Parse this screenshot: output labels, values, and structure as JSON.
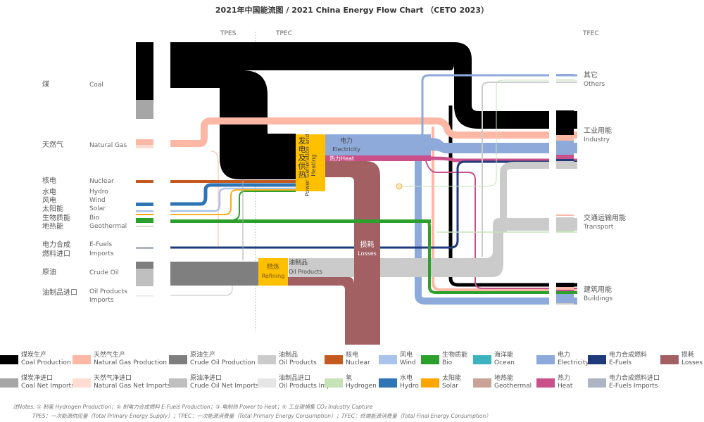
{
  "title": "2021年中国能流图 / 2021 China Energy Flow Chart （CETO 2023）",
  "axes": {
    "tpes": "TPES",
    "tpec": "TPEC",
    "tfec": "TFEC"
  },
  "sources": [
    {
      "zh": "煤",
      "en": "Coal"
    },
    {
      "zh": "天然气",
      "en": "Natural Gas"
    },
    {
      "zh": "核电",
      "en": "Nuclear"
    },
    {
      "zh": "水电",
      "en": "Hydro"
    },
    {
      "zh": "风电",
      "en": "Wind"
    },
    {
      "zh": "太阳能",
      "en": "Solar"
    },
    {
      "zh": "生物质能",
      "en": "Bio"
    },
    {
      "zh": "地热能",
      "en": "Geothermal"
    },
    {
      "zh": "电力合成",
      "en": "E-Fuels"
    },
    {
      "zh": "燃料进口",
      "en": "Imports"
    },
    {
      "zh": "原油",
      "en": "Crude Oil"
    },
    {
      "zh": "油制品进口",
      "en": "Oil Products"
    },
    {
      "zh": "",
      "en": "Imports"
    }
  ],
  "nodes": {
    "power": {
      "zh": "发电及供热",
      "en": "Power Generation and Heating"
    },
    "electricity": {
      "zh": "电力",
      "en": "Electricity"
    },
    "heat": {
      "zh": "热力",
      "en": "Heat"
    },
    "losses": {
      "zh": "损耗",
      "en": "Losses"
    },
    "refining": {
      "zh": "精炼",
      "en": "Refining"
    },
    "oil_products": {
      "zh": "油制品",
      "en": "Oil Products"
    }
  },
  "destinations": [
    {
      "zh": "其它",
      "en": "Others"
    },
    {
      "zh": "工业用能",
      "en": "Industry"
    },
    {
      "zh": "交通运输用能",
      "en": "Transport"
    },
    {
      "zh": "建筑用能",
      "en": "Buildings"
    }
  ],
  "legend": [
    {
      "zh": "煤炭生产",
      "en": "Coal Production",
      "color": "#000000"
    },
    {
      "zh": "煤炭净进口",
      "en": "Coal Net Imports",
      "color": "#a6a6a6"
    },
    {
      "zh": "天然气生产",
      "en": "Natural Gas Production",
      "color": "#fcb8a5"
    },
    {
      "zh": "天然气净进口",
      "en": "Natural Gas Net Imports",
      "color": "#fddcd2"
    },
    {
      "zh": "原油生产",
      "en": "Crude Oil Production",
      "color": "#7f7f7f"
    },
    {
      "zh": "原油净进口",
      "en": "Crude Oil Net Imports",
      "color": "#bfbfbf"
    },
    {
      "zh": "油制品",
      "en": "Oil Products",
      "color": "#cbcbcb"
    },
    {
      "zh": "油制品进口",
      "en": "Oil Products Imports",
      "color": "#e6e6e6"
    },
    {
      "zh": "核电",
      "en": "Nuclear",
      "color": "#c55a1e"
    },
    {
      "zh": "氢",
      "en": "Hydrogen",
      "color": "#c6e3b8"
    },
    {
      "zh": "风电",
      "en": "Wind",
      "color": "#a9c4eb"
    },
    {
      "zh": "水电",
      "en": "Hydro",
      "color": "#2e75b6"
    },
    {
      "zh": "生物质能",
      "en": "Bio",
      "color": "#2ca02c"
    },
    {
      "zh": "太阳能",
      "en": "Solar",
      "color": "#ffa500"
    },
    {
      "zh": "海洋能",
      "en": "Ocean",
      "color": "#3db3bf"
    },
    {
      "zh": "地热能",
      "en": "Geothermal",
      "color": "#c9a397"
    },
    {
      "zh": "电力",
      "en": "Electricity",
      "color": "#8eaadb"
    },
    {
      "zh": "热力",
      "en": "Heat",
      "color": "#c9508a"
    },
    {
      "zh": "电力合成燃料",
      "en": "E-Fuels",
      "color": "#1f3a7a"
    },
    {
      "zh": "电力合成燃料进口",
      "en": "E-Fuels Imports",
      "color": "#adb4c4"
    },
    {
      "zh": "损耗",
      "en": "Losses",
      "color": "#a36063"
    }
  ],
  "notes": {
    "line1": "注Notes: ① 制氢 Hydrogen Production；② 制电力合成燃料 E-Fuels Production；③ 电制热 Power to Heat；④ 工业碳捕集 CO₂ Industry Capture",
    "line2": "TPES：一次能源供应量（Total Primary Energy Supply）；TPEC：一次能源消费量（Total Primary Energy Consumption）；TFEC：终端能源消费量（Total Final Energy Consumption）"
  }
}
